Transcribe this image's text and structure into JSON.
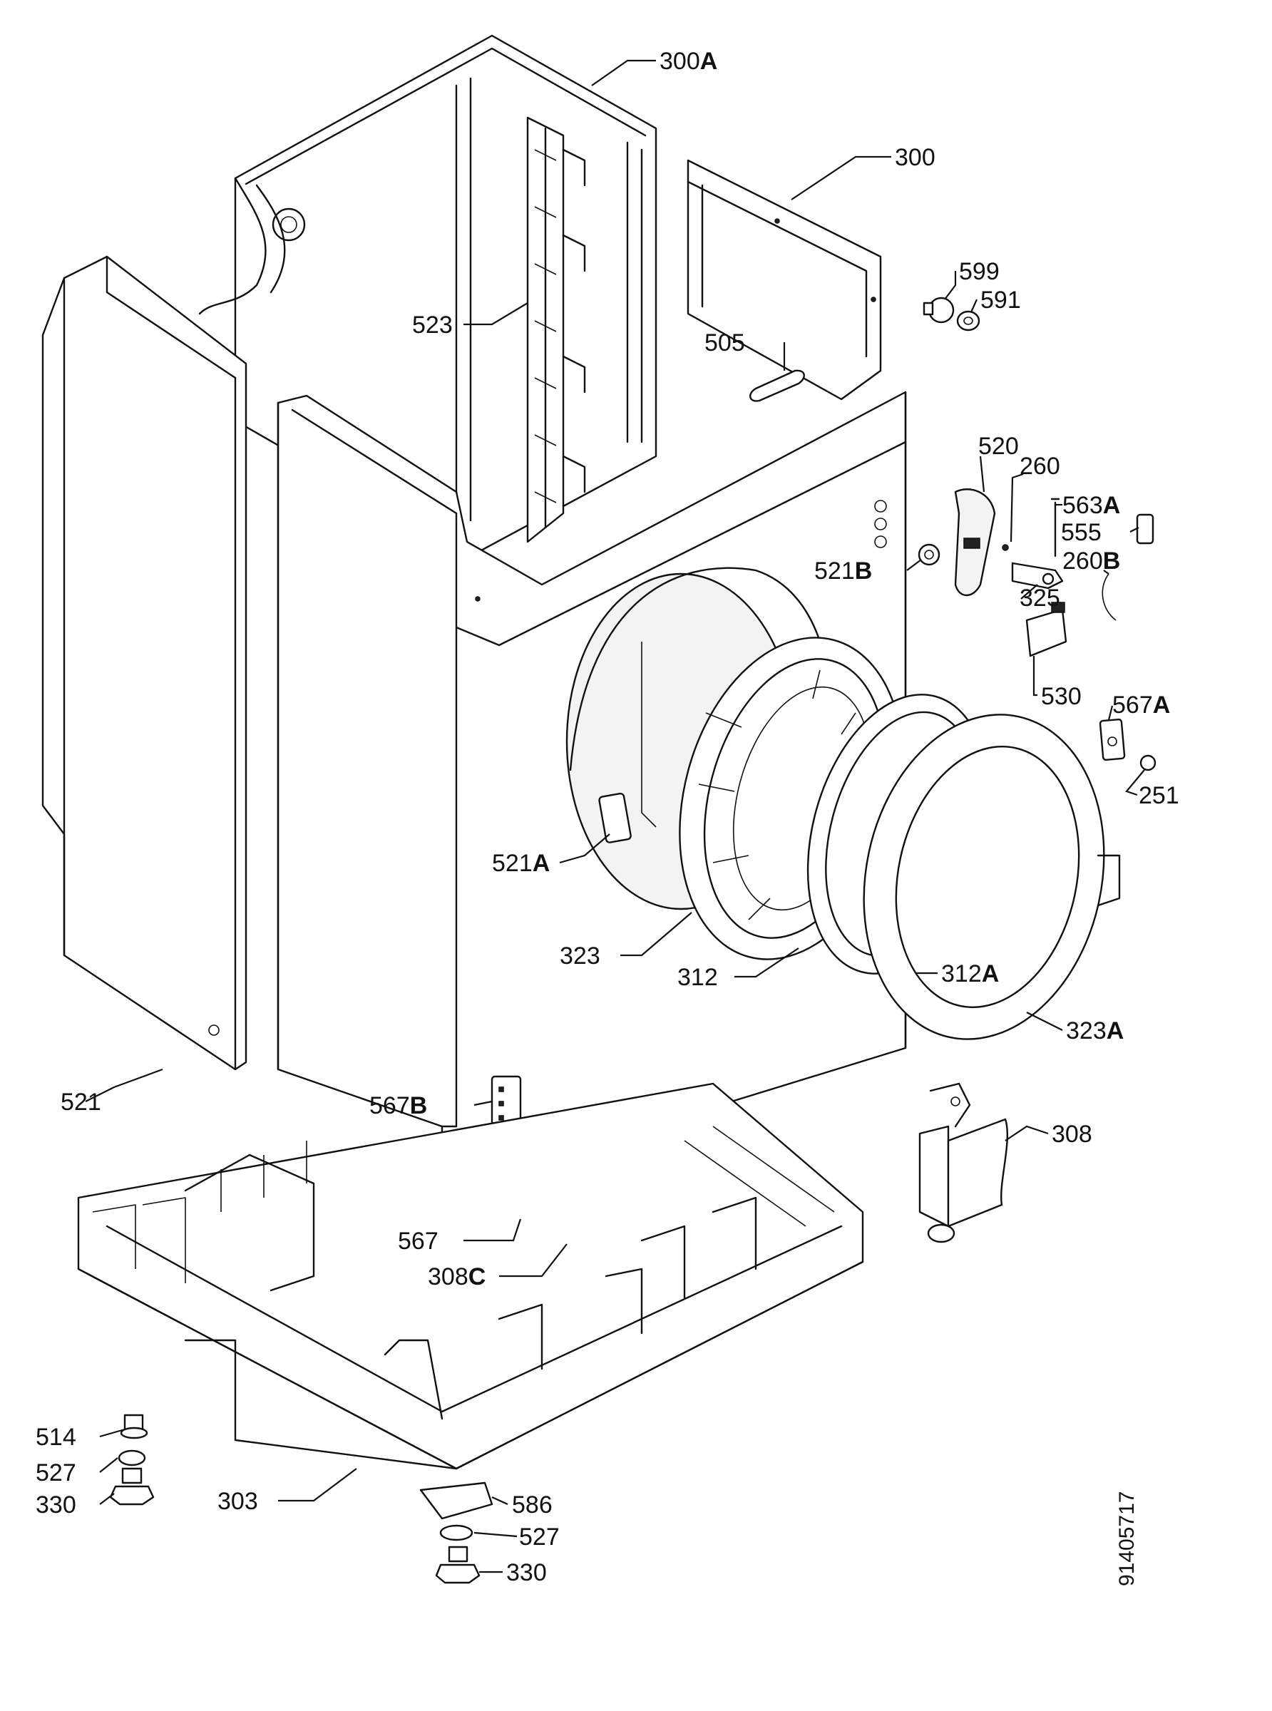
{
  "doc_number": "91405717",
  "colors": {
    "ink": "#111111",
    "paper": "#ffffff"
  },
  "labels": [
    {
      "id": "300A",
      "num": "300",
      "suffix": "A"
    },
    {
      "id": "300",
      "num": "300",
      "suffix": ""
    },
    {
      "id": "599",
      "num": "599",
      "suffix": ""
    },
    {
      "id": "591",
      "num": "591",
      "suffix": ""
    },
    {
      "id": "523",
      "num": "523",
      "suffix": ""
    },
    {
      "id": "505",
      "num": "505",
      "suffix": ""
    },
    {
      "id": "520",
      "num": "520",
      "suffix": ""
    },
    {
      "id": "260",
      "num": "260",
      "suffix": ""
    },
    {
      "id": "563A",
      "num": "563",
      "suffix": "A"
    },
    {
      "id": "555",
      "num": "555",
      "suffix": ""
    },
    {
      "id": "521B",
      "num": "521",
      "suffix": "B"
    },
    {
      "id": "260B",
      "num": "260",
      "suffix": "B"
    },
    {
      "id": "325",
      "num": "325",
      "suffix": ""
    },
    {
      "id": "530",
      "num": "530",
      "suffix": ""
    },
    {
      "id": "567A",
      "num": "567",
      "suffix": "A"
    },
    {
      "id": "251",
      "num": "251",
      "suffix": ""
    },
    {
      "id": "521A",
      "num": "521",
      "suffix": "A"
    },
    {
      "id": "323",
      "num": "323",
      "suffix": ""
    },
    {
      "id": "312",
      "num": "312",
      "suffix": ""
    },
    {
      "id": "312A",
      "num": "312",
      "suffix": "A"
    },
    {
      "id": "323A",
      "num": "323",
      "suffix": "A"
    },
    {
      "id": "521",
      "num": "521",
      "suffix": ""
    },
    {
      "id": "567B",
      "num": "567",
      "suffix": "B"
    },
    {
      "id": "308",
      "num": "308",
      "suffix": ""
    },
    {
      "id": "567",
      "num": "567",
      "suffix": ""
    },
    {
      "id": "308C",
      "num": "308",
      "suffix": "C"
    },
    {
      "id": "514",
      "num": "514",
      "suffix": ""
    },
    {
      "id": "527L",
      "num": "527",
      "suffix": ""
    },
    {
      "id": "330L",
      "num": "330",
      "suffix": ""
    },
    {
      "id": "303",
      "num": "303",
      "suffix": ""
    },
    {
      "id": "586",
      "num": "586",
      "suffix": ""
    },
    {
      "id": "527R",
      "num": "527",
      "suffix": ""
    },
    {
      "id": "330R",
      "num": "330",
      "suffix": ""
    }
  ]
}
